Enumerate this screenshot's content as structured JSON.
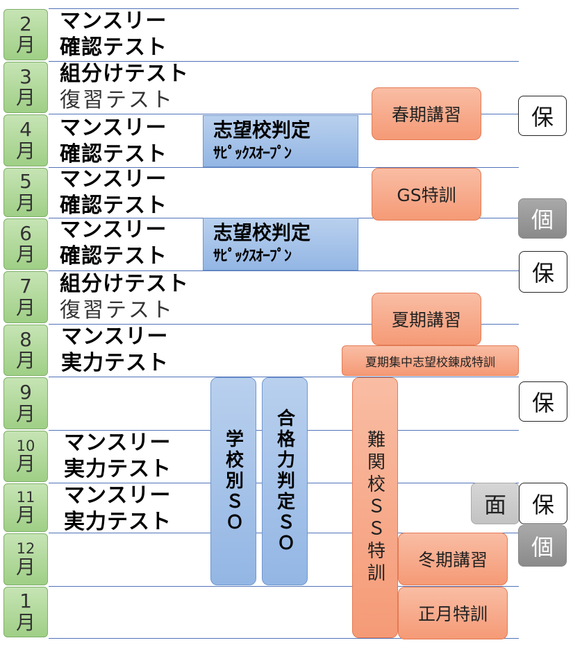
{
  "months": [
    {
      "num": "2",
      "unit": "月"
    },
    {
      "num": "3",
      "unit": "月"
    },
    {
      "num": "4",
      "unit": "月"
    },
    {
      "num": "5",
      "unit": "月"
    },
    {
      "num": "6",
      "unit": "月"
    },
    {
      "num": "7",
      "unit": "月"
    },
    {
      "num": "8",
      "unit": "月"
    },
    {
      "num": "9",
      "unit": "月"
    },
    {
      "num": "10",
      "unit": "月"
    },
    {
      "num": "11",
      "unit": "月"
    },
    {
      "num": "12",
      "unit": "月"
    },
    {
      "num": "1",
      "unit": "月"
    }
  ],
  "events": {
    "feb": [
      "マンスリー",
      "確認テスト"
    ],
    "mar": [
      "組分けテスト",
      "復習テスト"
    ],
    "apr": [
      "マンスリー",
      "確認テスト"
    ],
    "may": [
      "マンスリー",
      "確認テスト"
    ],
    "jun": [
      "マンスリー",
      "確認テスト"
    ],
    "jul": [
      "組分けテスト",
      "復習テスト"
    ],
    "aug": [
      "マンスリー",
      "実力テスト"
    ],
    "oct": [
      "マンスリー",
      "実力テスト"
    ],
    "nov": [
      "マンスリー",
      "実力テスト"
    ]
  },
  "open_tests": {
    "apr": {
      "line1": "志望校判定",
      "line2": "ｻﾋﾟｯｸｽｵｰﾌﾟﾝ"
    },
    "jun": {
      "line1": "志望校判定",
      "line2": "ｻﾋﾟｯｸｽｵｰﾌﾟﾝ"
    }
  },
  "vertical_blue": {
    "gakko": "学校別ＳＯ",
    "goukaku": "合格力判定ＳＯ"
  },
  "courses": {
    "spring": "春期講習",
    "gs": "GS特訓",
    "summer": "夏期講習",
    "summer_focus": "夏期集中志望校錬成特訓",
    "nankan": "難関校ＳＳ特訓",
    "winter": "冬期講習",
    "newyear": "正月特訓"
  },
  "badges": {
    "ho": "保",
    "ko": "個",
    "men": "面"
  }
}
